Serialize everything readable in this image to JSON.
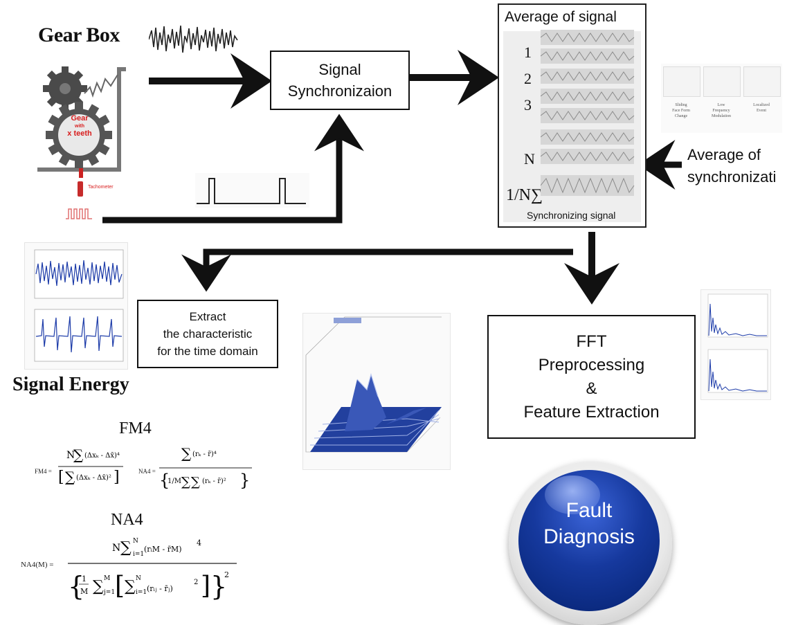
{
  "gearbox": {
    "title": "Gear Box",
    "gear_label_1": "Gear",
    "gear_label_2": "with",
    "gear_label_3": "x teeth",
    "tachometer_label": "Tachometer"
  },
  "signal_sync": {
    "line1": "Signal",
    "line2": "Synchronizaion"
  },
  "average_panel": {
    "title": "Average of signal",
    "rows": [
      "1",
      "2",
      "3",
      "N"
    ],
    "sum_label": "1/N∑",
    "sync_caption": "Synchronizing signal"
  },
  "side_thumbs": {
    "labels": [
      [
        "Sliding",
        "Face Form",
        "Change"
      ],
      [
        "Low",
        "Frequency",
        "Modulation"
      ],
      [
        "Localized",
        "Event"
      ]
    ]
  },
  "average_sync": {
    "line1": "Average of",
    "line2": "synchronizati"
  },
  "extract_box": {
    "line1": "Extract",
    "line2": "the characteristic",
    "line3": "for the time domain"
  },
  "signal_energy": {
    "label": "Signal Energy"
  },
  "fft_box": {
    "line1": "FFT",
    "line2": "Preprocessing",
    "line3": "&",
    "line4": "Feature Extraction"
  },
  "formulas": {
    "fm4_title": "FM4",
    "na4_title": "NA4",
    "na4_lhs": "NA4(M) =",
    "fm4_lhs": "FM4 =",
    "na4_rhs_lhs": "NA4 ="
  },
  "fault": {
    "line1": "Fault",
    "line2": "Diagnosis"
  },
  "colors": {
    "arrow": "#111111",
    "gear_dark": "#444444",
    "gear_label": "#d81e1e",
    "signal_blue": "#1b3aa8",
    "fault_inner": "#0b2a80",
    "fault_highlight": "#3b64d8"
  }
}
